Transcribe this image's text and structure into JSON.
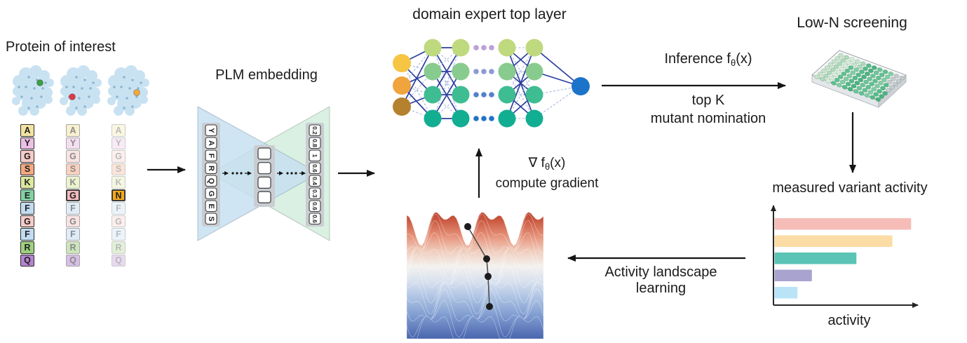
{
  "protein": {
    "title": "Protein of interest",
    "blob_color": "#C9E2F2",
    "variant_spot_colors": [
      "#3E9E42",
      "#E23842",
      "#F4A73C"
    ],
    "residue_colors": [
      "#F2E3A2",
      "#EBC0E4",
      "#F6CBC8",
      "#F4A981",
      "#DCE89E",
      "#82D0A2",
      "#C2DCF2",
      "#F6CBC8",
      "#C2DCF2",
      "#9ED07E",
      "#B583CE"
    ],
    "mutation_cell_colors": [
      "#F2B9BC",
      "#F5A81C"
    ],
    "sequences": [
      {
        "letters": [
          "A",
          "Y",
          "G",
          "S",
          "K",
          "E",
          "F",
          "G",
          "F",
          "R",
          "Q"
        ],
        "mutation_index": null,
        "fade": 1
      },
      {
        "letters": [
          "A",
          "Y",
          "G",
          "S",
          "K",
          "G",
          "F",
          "G",
          "F",
          "R",
          "Q"
        ],
        "mutation_index": 5,
        "fade": 0.52
      },
      {
        "letters": [
          "A",
          "Y",
          "G",
          "S",
          "K",
          "N",
          "F",
          "G",
          "F",
          "R",
          "Q"
        ],
        "mutation_index": 5,
        "fade": 0.3
      }
    ]
  },
  "plm": {
    "title": "PLM embedding",
    "input_tokens": [
      "Y",
      "A",
      "F",
      "R",
      "Q",
      "G",
      "E",
      "S"
    ],
    "output_values": [
      "0.2",
      "0.8",
      "1",
      "0.6",
      "0.4",
      "0.3",
      "0.6",
      "0.6"
    ],
    "encoder_color": "#C4DEF0",
    "decoder_color": "#D2EDDD"
  },
  "expert_network": {
    "title": "domain expert top layer",
    "input_node_colors": [
      "#F6C544",
      "#F0A43E",
      "#B5812F"
    ],
    "hidden_node_colors": [
      "#BFD97E",
      "#88CB8E",
      "#3EBD92",
      "#12AE92"
    ],
    "ellipsis_dot_colors": [
      "#BD9FD6",
      "#8C9AD4",
      "#5580CC",
      "#2472C8"
    ],
    "output_node_color": "#1B74C9",
    "solid_edge_color": "#2B3F9E",
    "dashed_edge_color": "#A8B4DE"
  },
  "inference": {
    "label_prefix": "Inference f",
    "label_sub": "θ",
    "label_suffix": "(x)",
    "sub_label_line1": "top K",
    "sub_label_line2": "mutant nomination"
  },
  "screening": {
    "title": "Low-N screening"
  },
  "gradient_step": {
    "label_prefix": "∇ f",
    "label_sub": "θ",
    "label_suffix": "(x)",
    "label_line2": "compute gradient"
  },
  "landscape_step": {
    "label_line1": "Activity landscape",
    "label_line2": "learning"
  },
  "chart_data": {
    "type": "bar",
    "orientation": "horizontal",
    "title": "measured variant activity",
    "xlabel": "activity",
    "ylabel": "",
    "categories": [
      "",
      "",
      "",
      "",
      ""
    ],
    "values": [
      0.95,
      0.82,
      0.57,
      0.26,
      0.16
    ],
    "xlim": [
      0,
      1
    ],
    "grid": false,
    "bar_colors": [
      "#F6BDB8",
      "#FBDCA4",
      "#5BC4B6",
      "#A8A3CF",
      "#B9E4F8"
    ]
  }
}
